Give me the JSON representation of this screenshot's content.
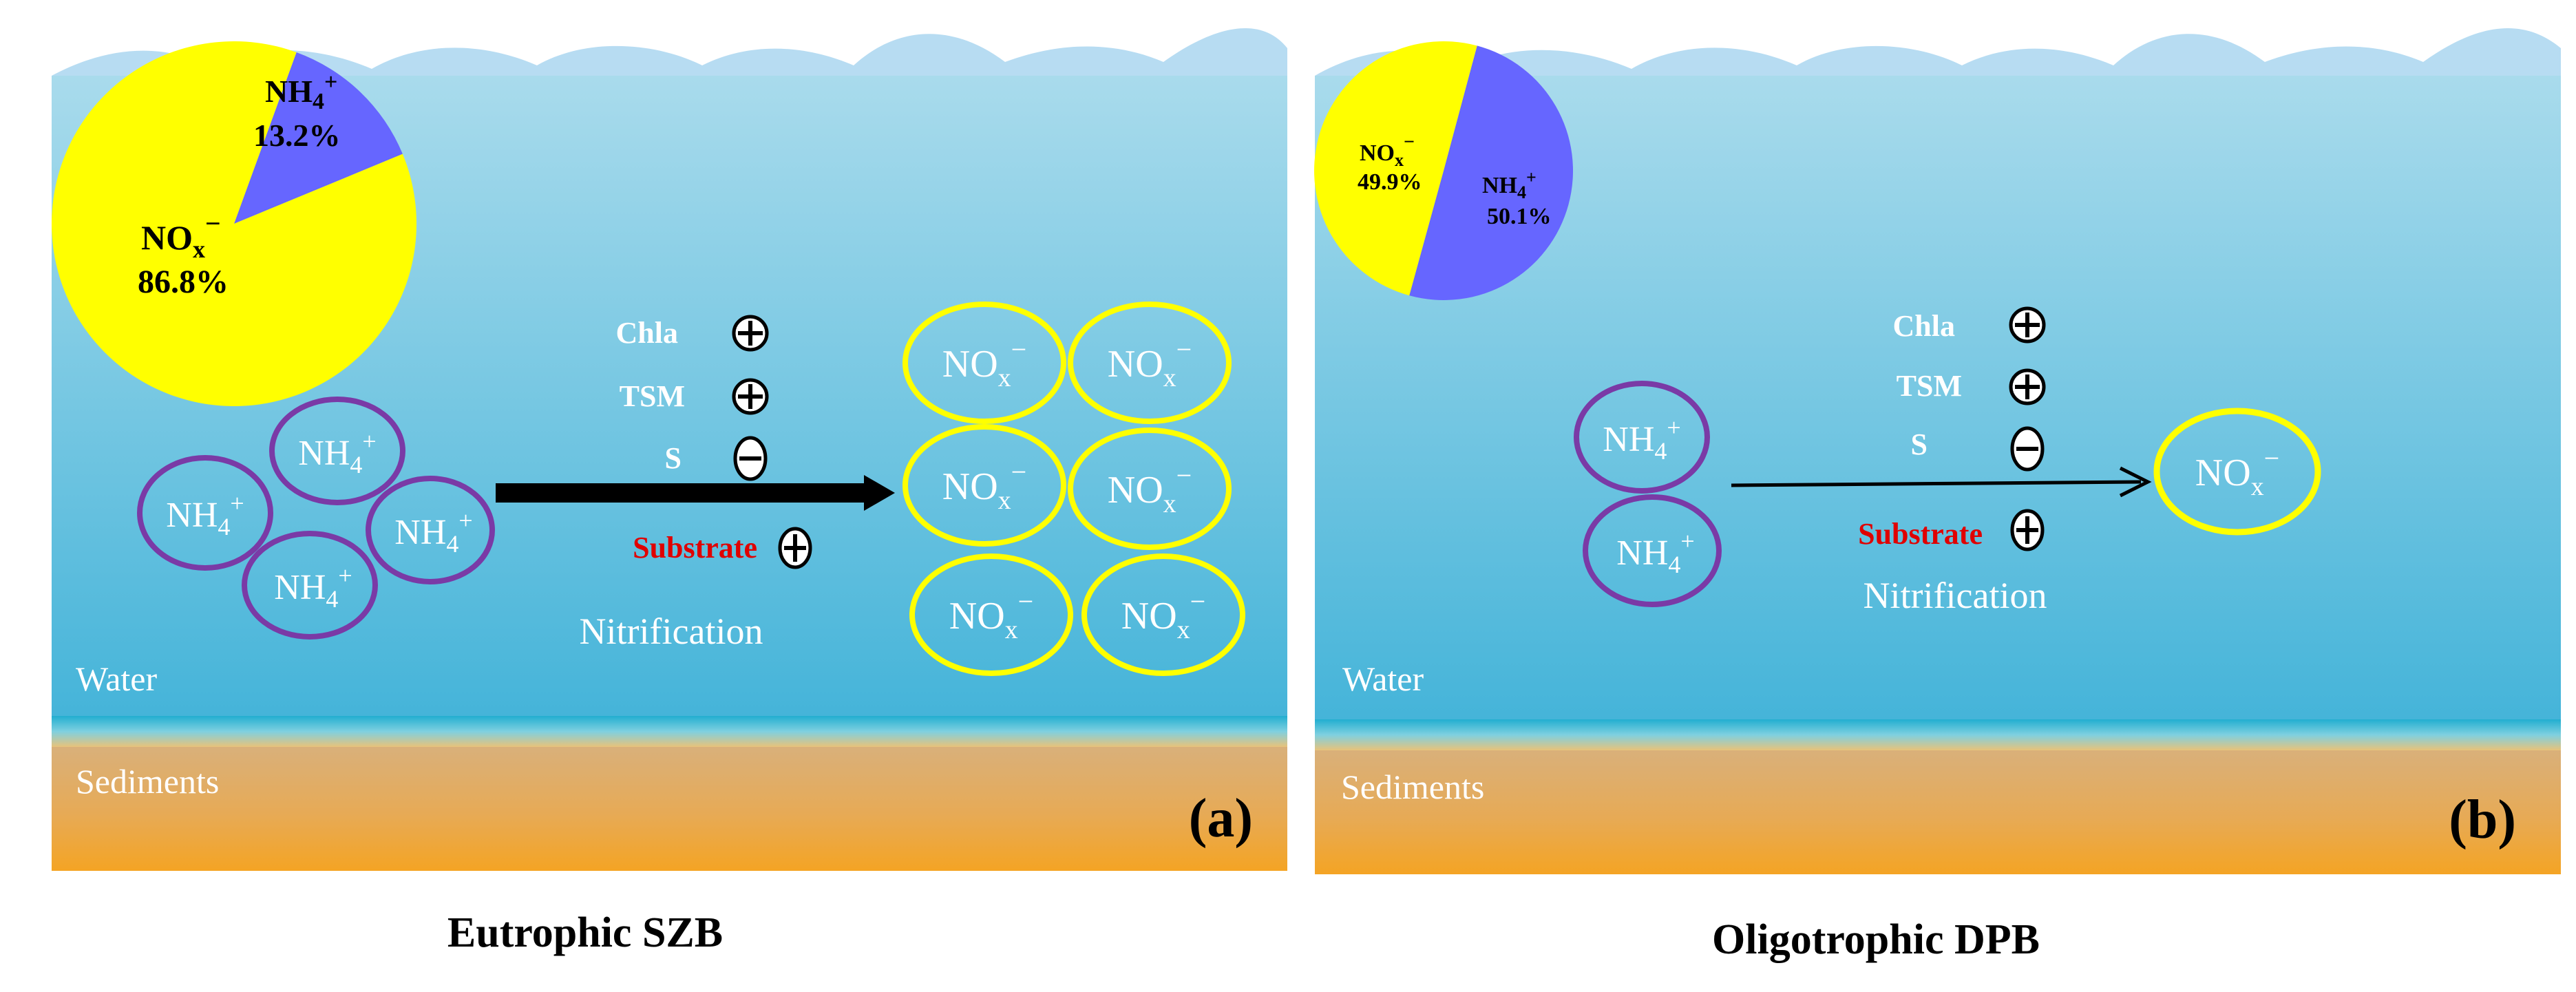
{
  "panels": [
    {
      "id": "a",
      "panel_label": "(a)",
      "caption": "Eutrophic SZB",
      "water_label": "Water",
      "sediments_label": "Sediments",
      "process_label": "Nitrification",
      "factors": [
        {
          "name": "Chla",
          "effect": "positive",
          "highlight": false
        },
        {
          "name": "TSM",
          "effect": "positive",
          "highlight": false
        },
        {
          "name": "S",
          "effect": "negative",
          "highlight": false
        },
        {
          "name": "Substrate",
          "effect": "positive",
          "highlight": true
        }
      ],
      "reactant": {
        "species": "NH4+",
        "count": 4
      },
      "product": {
        "species": "NOx−",
        "count": 6
      },
      "pie": {
        "slices": [
          {
            "label": "NOx−",
            "value": 86.8,
            "value_text": "86.8%",
            "color": "#ffff00"
          },
          {
            "label": "NH4+",
            "value": 13.2,
            "value_text": "13.2%",
            "color": "#6666ff"
          }
        ]
      }
    },
    {
      "id": "b",
      "panel_label": "(b)",
      "caption": "Oligotrophic DPB",
      "water_label": "Water",
      "sediments_label": "Sediments",
      "process_label": "Nitrification",
      "factors": [
        {
          "name": "Chla",
          "effect": "positive",
          "highlight": false
        },
        {
          "name": "TSM",
          "effect": "positive",
          "highlight": false
        },
        {
          "name": "S",
          "effect": "negative",
          "highlight": false
        },
        {
          "name": "Substrate",
          "effect": "positive",
          "highlight": true
        }
      ],
      "reactant": {
        "species": "NH4+",
        "count": 2
      },
      "product": {
        "species": "NOx−",
        "count": 1
      },
      "pie": {
        "slices": [
          {
            "label": "NOx−",
            "value": 49.9,
            "value_text": "49.9%",
            "color": "#ffff00"
          },
          {
            "label": "NH4+",
            "value": 50.1,
            "value_text": "50.1%",
            "color": "#6666ff"
          }
        ]
      }
    }
  ],
  "colors": {
    "water_top": "#a9dbec",
    "water_bottom": "#45b4d9",
    "wave": "#b7dcf2",
    "sediment_top": "#d9b07a",
    "sediment_bottom": "#f4a424",
    "reactant_ring": "#7a3aa6",
    "product_ring": "#ffff00",
    "substrate_text": "#e00000",
    "factor_text": "#ffffff"
  }
}
